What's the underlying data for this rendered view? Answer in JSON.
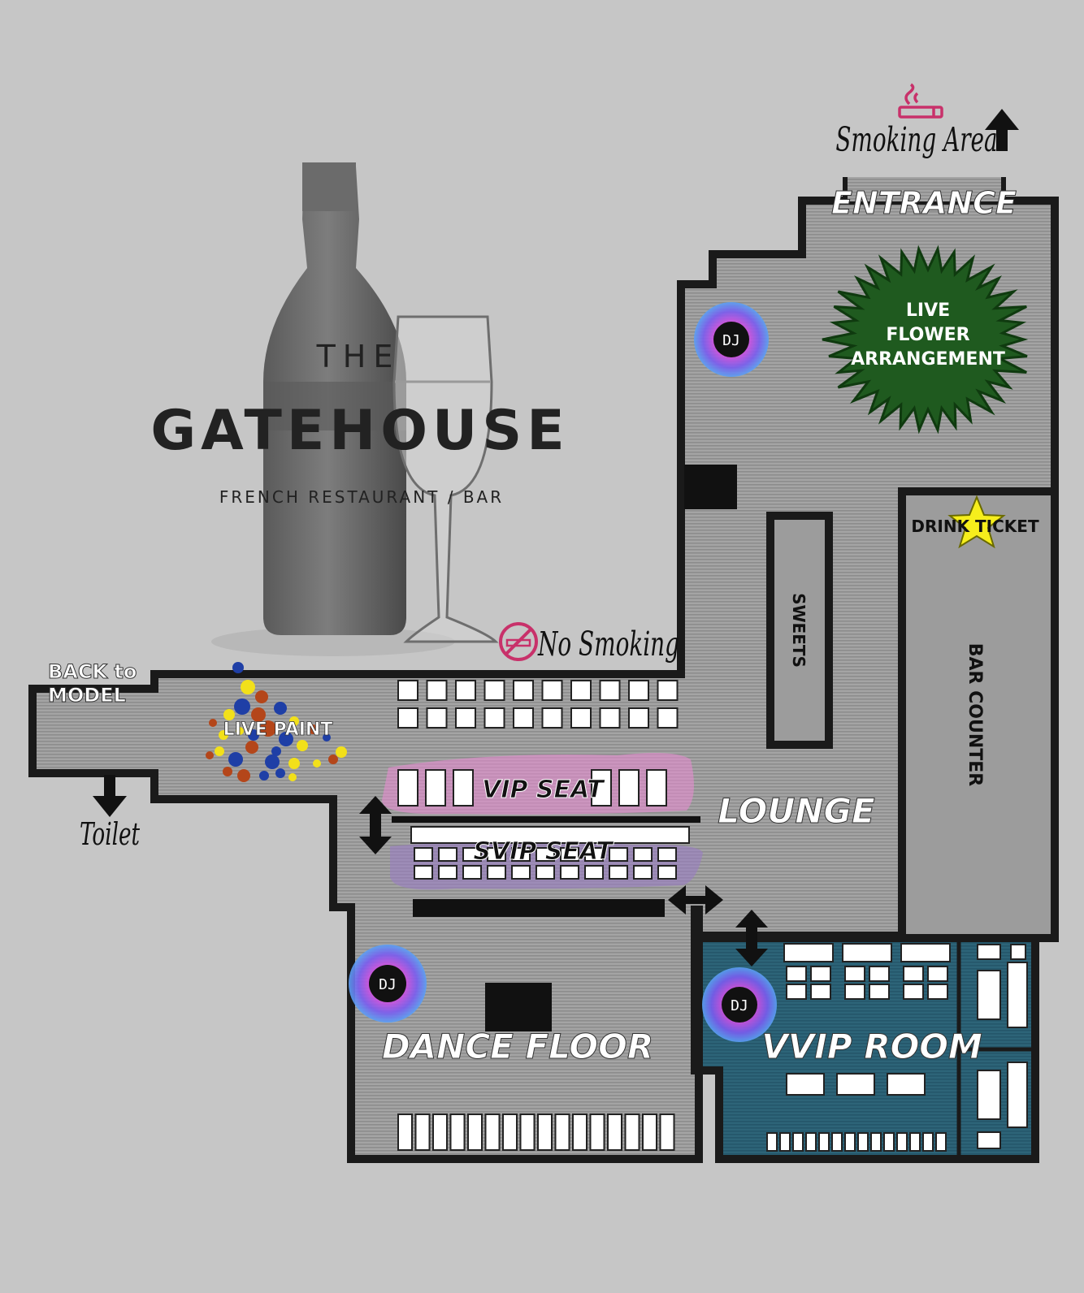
{
  "brand": {
    "the": "THE",
    "name": "GATEHOUSE",
    "subtitle": "FRENCH RESTAURANT / BAR"
  },
  "signs": {
    "smoking_area": "Smoking Area",
    "no_smoking": "No Smoking",
    "toilet": "Toilet",
    "back_to_model": [
      "BACK to",
      "MODEL"
    ]
  },
  "areas": {
    "entrance": "ENTRANCE",
    "live_flower": [
      "LIVE",
      "FLOWER",
      "ARRANGEMENT"
    ],
    "drink_ticket": "DRINK TICKET",
    "sweets": "SWEETS",
    "bar_counter": "BAR COUNTER",
    "live_paint": "LIVE PAINT",
    "vip_seat": "VIP SEAT",
    "svip_seat": "SVIP SEAT",
    "lounge": "LOUNGE",
    "dance_floor": "DANCE FLOOR",
    "vvip_room": "VVIP ROOM"
  },
  "dj_badges": [
    "DJ",
    "DJ",
    "DJ"
  ],
  "icons": [
    "cigarette-icon",
    "no-smoking-icon",
    "dj-icon",
    "star-icon",
    "arrow-up-icon",
    "arrow-down-icon",
    "double-arrow-icon",
    "champagne-bottle-icon",
    "wine-glass-icon",
    "paint-splash-icon",
    "flower-bush-icon"
  ],
  "colors": {
    "background": "#c6c6c6",
    "floor": "#9e9e9e",
    "wall": "#1a1a1a",
    "vvip": "#2a5f72",
    "flower": "#1f5a1f",
    "star": "#f6ee1c",
    "smoking_pink": "#c8316a",
    "vip_pink": "#e58bd0",
    "svip_purple": "#9a7cc4"
  }
}
